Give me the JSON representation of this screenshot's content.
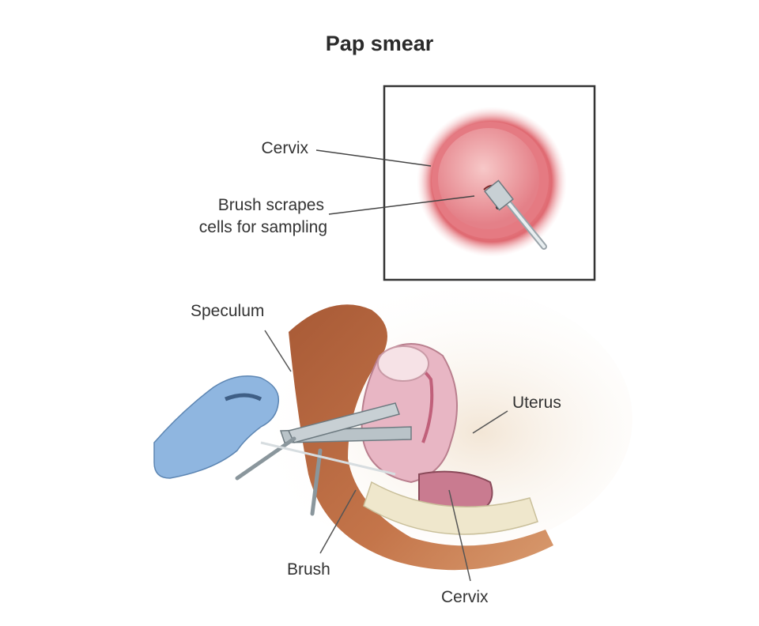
{
  "title": "Pap smear",
  "inset": {
    "labels": {
      "cervix": "Cervix",
      "brush_line1": "Brush scrapes",
      "brush_line2": "cells for sampling"
    }
  },
  "main": {
    "labels": {
      "speculum": "Speculum",
      "uterus": "Uterus",
      "brush": "Brush",
      "cervix": "Cervix"
    }
  },
  "colors": {
    "glove": "#8fb6e0",
    "tissue_pink": "#e07c86",
    "muscle_brown": "#b8683f",
    "uterus_pink": "#e8b6c4",
    "instrument": "#b9c3c8",
    "frame": "#333333"
  }
}
